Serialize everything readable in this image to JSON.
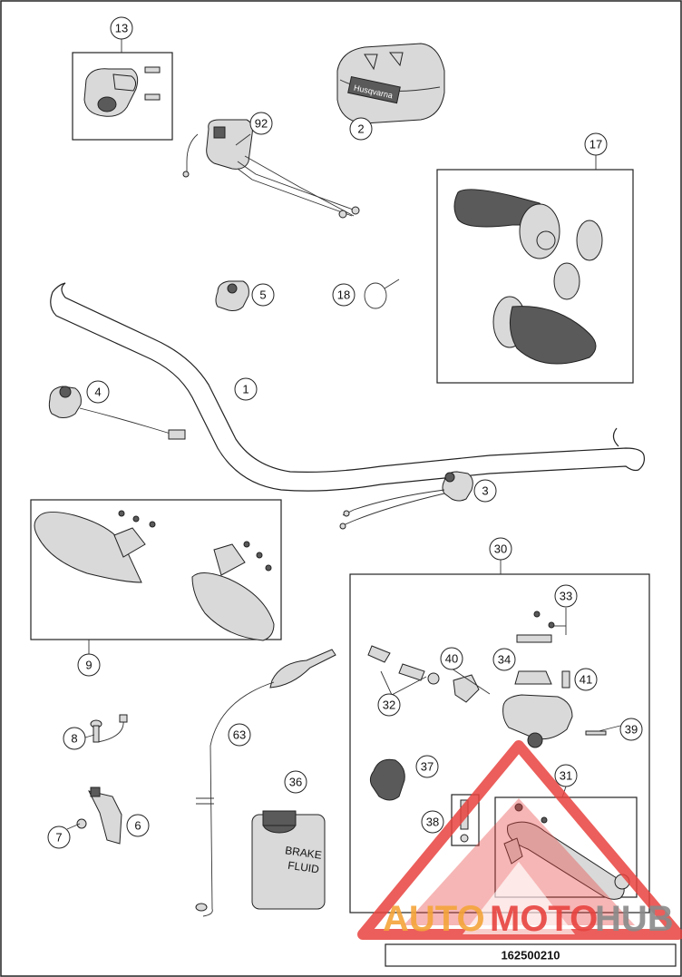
{
  "diagram": {
    "code": "162500210",
    "callouts": [
      "13",
      "92",
      "2",
      "17",
      "5",
      "18",
      "1",
      "4",
      "3",
      "9",
      "30",
      "33",
      "40",
      "34",
      "41",
      "32",
      "39",
      "37",
      "31",
      "38",
      "8",
      "63",
      "36",
      "7",
      "6"
    ],
    "bottle_text": [
      "BRAKE",
      "FLUID"
    ],
    "grip_brand": "Husqvarna",
    "colors": {
      "line": "#222222",
      "part_fill": "#d9d9d9",
      "watermark_red": "#e8433f",
      "watermark_orange": "#f4a53a",
      "watermark_gray": "#8a8a8a"
    }
  },
  "watermark": {
    "auto": "AUTO",
    "moto": "MOTO",
    "hub": "HUB"
  }
}
